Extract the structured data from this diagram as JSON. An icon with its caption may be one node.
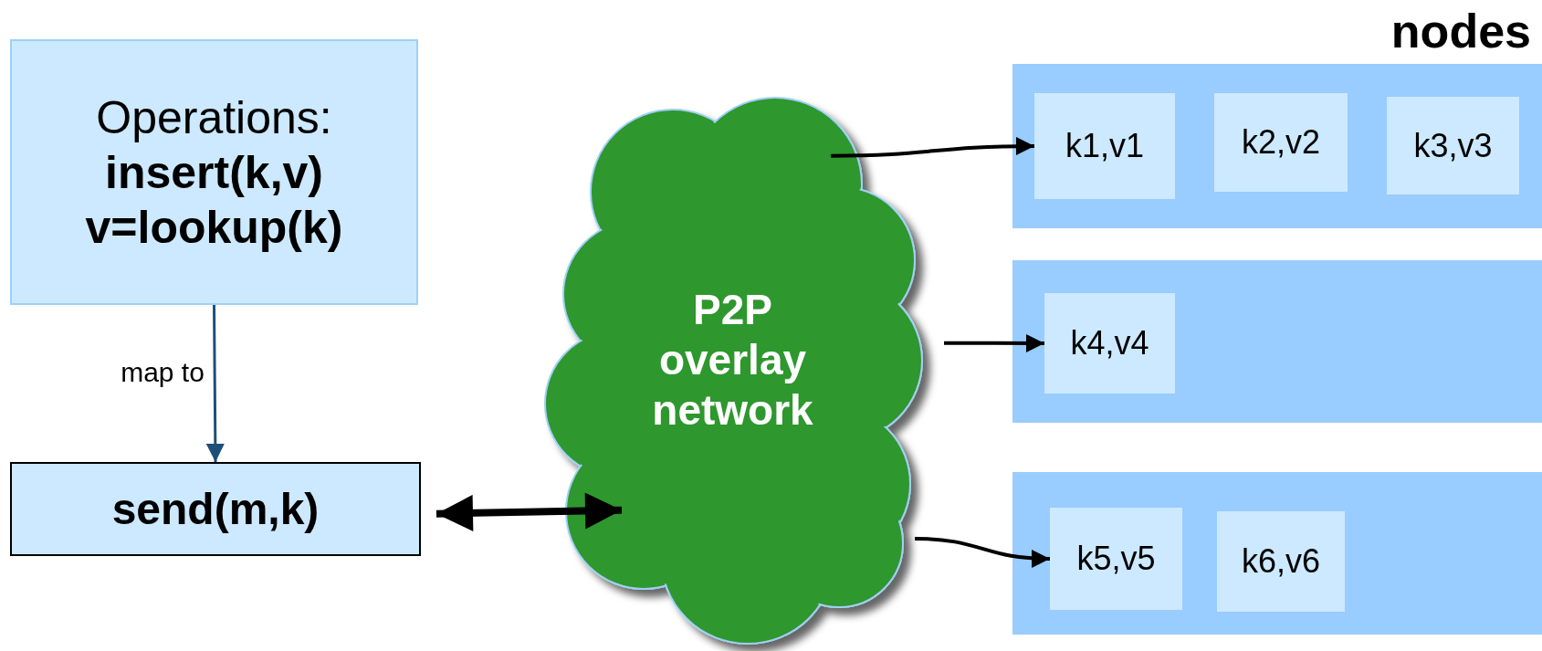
{
  "diagram": {
    "nodes": [
      {
        "text": [
          "Operations:",
          "insert(k,v)",
          "v=lookup(k)"
        ]
      },
      {
        "text": [
          "send(m,k)"
        ]
      },
      {
        "text": [
          "P2P overlay network"
        ]
      },
      {
        "text": [],
        "shape": "box"
      },
      {
        "text": [
          "k1,v1"
        ],
        "in": 3
      },
      {
        "text": [
          "k2,v2"
        ],
        "in": 3
      },
      {
        "text": [
          "k3,v3"
        ],
        "in": 3
      },
      {
        "text": [],
        "shape": "box"
      },
      {
        "text": [
          "k4,v4"
        ],
        "in": 7
      },
      {
        "text": [],
        "shape": "box"
      },
      {
        "text": [
          "k5,v5"
        ],
        "in": 9
      },
      {
        "text": [
          "k6,v6"
        ],
        "in": 9
      }
    ],
    "edges": [
      {
        "from": 0,
        "to": 1,
        "arrow": "to",
        "label": "map to",
        "color": "#1f4e79"
      },
      {
        "from": 1,
        "to": 2,
        "arrow": "both",
        "style": "thick"
      },
      {
        "from": 2,
        "to": 4,
        "arrow": "to"
      },
      {
        "from": 2,
        "to": 8,
        "arrow": "to"
      },
      {
        "from": 2,
        "to": 10,
        "arrow": "to"
      }
    ],
    "labels": [
      "nodes"
    ]
  }
}
